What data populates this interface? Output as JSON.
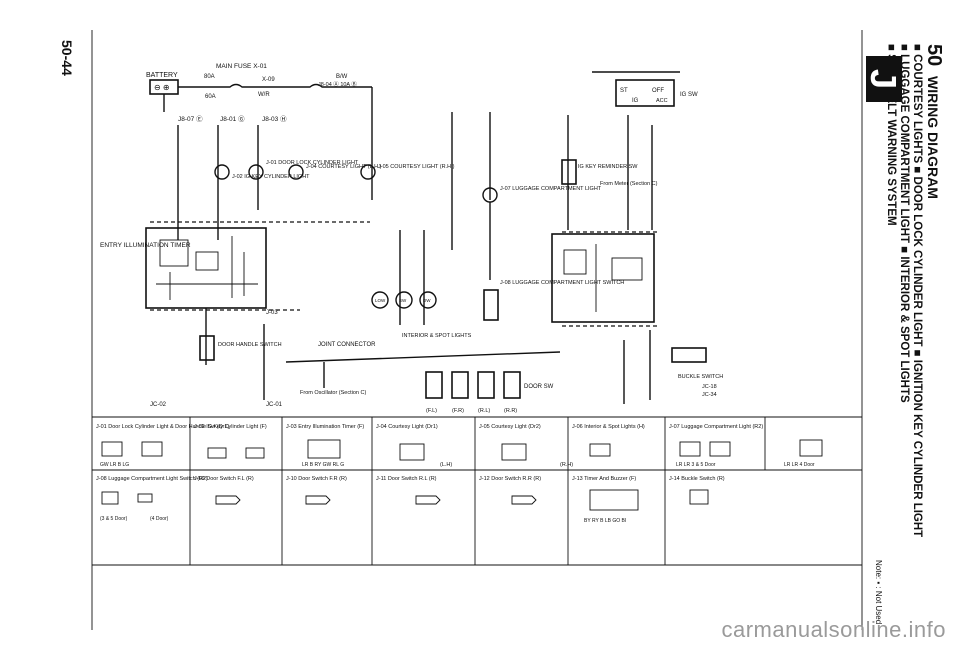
{
  "page_number": "50-44",
  "side_header": {
    "section_number": "50",
    "title": "WIRING DIAGRAM",
    "line1": "■ COURTESY LIGHTS ■ DOOR LOCK CYLINDER LIGHT ■ IGNITION KEY CYLINDER LIGHT",
    "line2": "■ LUGGAGE COMPARTMENT LIGHT ■ INTERIOR & SPOT LIGHTS",
    "line3": "■ SEAT BELT WARNING SYSTEM",
    "letter": "J",
    "note": "Note: ▪ : Not Used"
  },
  "diagram": {
    "battery": "BATTERY",
    "main_fuse": "MAIN FUSE X-01",
    "fuse_80a": "80A",
    "fuse_60a": "60A",
    "fuse_10a": "J8-04 Ⓐ 10A Ⓑ",
    "wire_wr": "W/R",
    "wire_bw": "B/W",
    "x09": "X-09",
    "entry_timer": "ENTRY ILLUMINATION TIMER",
    "jb07": "J8-07 Ⓔ",
    "jb01": "J8-01 Ⓖ",
    "jb03": "J8-03 Ⓗ",
    "j02_label": "J-02 IG KEY CYLINDER LIGHT",
    "j01_label": "J-01 DOOR LOCK CYLINDER LIGHT",
    "j04_label": "J-04 COURTESY LIGHT (L.H.)",
    "j05_label": "J-05 COURTESY LIGHT (R.H.)",
    "j07_label": "J-07 LUGGAGE COMPARTMENT LIGHT",
    "j08_label": "J-08 LUGGAGE COMPARTMENT LIGHT SWITCH",
    "j03_label": "J-03",
    "door_handle": "DOOR HANDLE SWITCH",
    "joint": "JOINT CONNECTOR",
    "interior_spot": "INTERIOR & SPOT LIGHTS",
    "from_osc": "From Oscillator (Section C)",
    "door_sw": "DOOR SW",
    "ig_key_sw": "IG KEY REMINDER SW",
    "from_meter": "From Meter (Section C)",
    "buckle_sw": "BUCKLE SWITCH",
    "ig_sw": "IG SW",
    "off": "OFF",
    "acc": "ACC",
    "st": "ST",
    "ig": "IG",
    "door_switches": [
      "(F.L)",
      "(F.R)",
      "(R.L)",
      "(R.R)"
    ],
    "lamp_sw": [
      "LOW",
      "SW",
      "DW"
    ],
    "jc02": "JC-02",
    "jc01": "JC-01",
    "jc18": "JC-18",
    "jc34": "JC-34"
  },
  "connectors": {
    "row1": [
      "J-01 Door Lock Cylinder Light & Door Handle Sw (Dr1)",
      "J-02 IG Key Cylinder Light (F)",
      "J-03 Entry Illumination Timer (F)",
      "J-04 Courtesy Light (Dr1)",
      "J-05 Courtesy Light (Dr2)",
      "J-06 Interior & Spot Lights (H)",
      "J-07 Luggage Compartment Light (R2)"
    ],
    "row2": [
      "J-08 Luggage Compartment Light Switch (R2)",
      "J-09 Door Switch F.L (R)",
      "J-10 Door Switch F.R (R)",
      "J-11 Door Switch R.L (R)",
      "J-12 Door Switch R.R (R)",
      "J-13 Timer And Buzzer (F)",
      "J-14 Buckle Switch (R)"
    ],
    "notes": {
      "door_3_5": "(3 & 5 Door)",
      "door_4": "(4 Door)",
      "lh": "(L.H)",
      "rh": "(R.H)",
      "pins_j01": "GW  LR  B  LG",
      "pins_j03": "LR  B  RY  GW  RL  G",
      "pins_j13": "BY  RY  B  LB  GO  BI",
      "pins_j07": "LR  LR  3 & 5 Door",
      "pins_j07b": "LR  LR  4 Door"
    }
  },
  "watermark": "carmanualsonline.info"
}
